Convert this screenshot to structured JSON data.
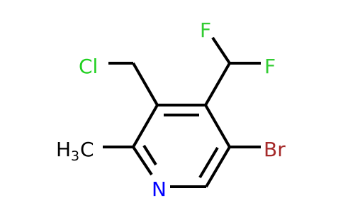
{
  "molecule": {
    "atoms": {
      "F1": {
        "text": "F",
        "color": "#33cc33"
      },
      "F2": {
        "text": "F",
        "color": "#33cc33"
      },
      "Cl": {
        "text": "Cl",
        "color": "#1fd01f"
      },
      "Br": {
        "text": "Br",
        "color": "#a52a2a"
      },
      "N": {
        "text": "N",
        "color": "#0000ff"
      },
      "CH3_H": {
        "text": "H",
        "color": "#000000"
      },
      "CH3_sub": {
        "text": "3",
        "color": "#000000"
      },
      "CH3_C": {
        "text": "C",
        "color": "#000000"
      }
    }
  }
}
